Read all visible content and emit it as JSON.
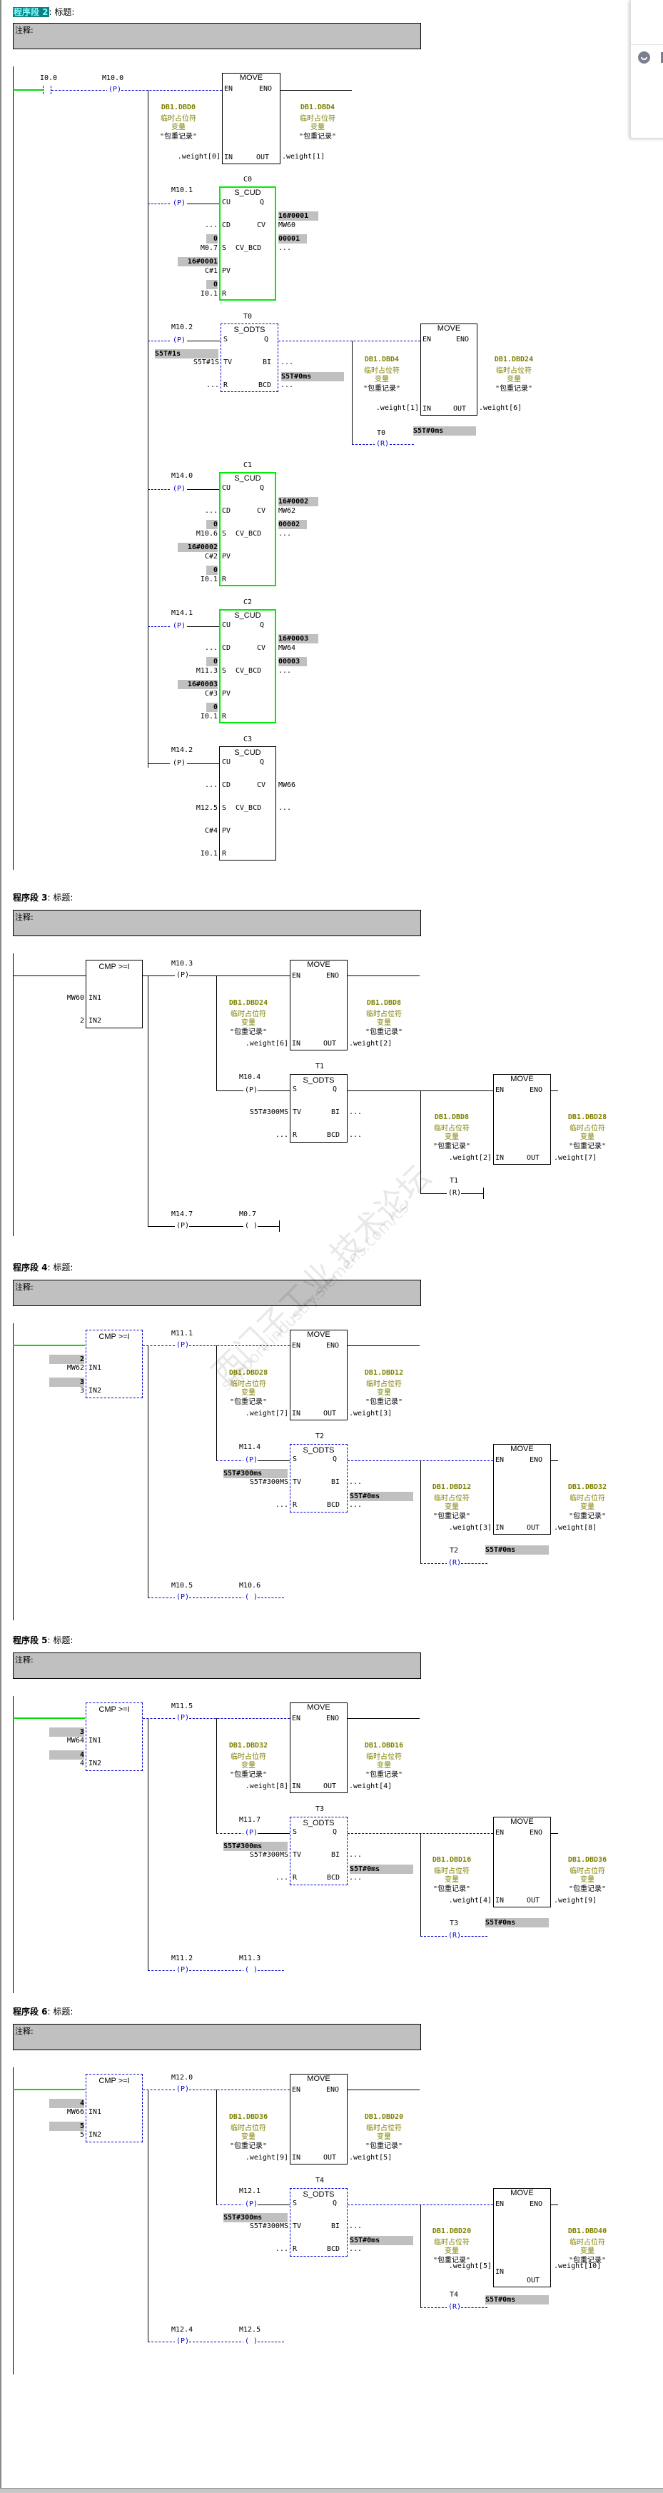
{
  "page": {
    "network_prefix": "程序段",
    "title_suffix": ": 标题:",
    "comment_label": "注释:",
    "watermark": {
      "cn": "西门子工业 技术论坛",
      "url": "support.industry.siemens.com/cs"
    }
  },
  "comment_panel": {
    "icons": [
      "smiley-icon",
      "image-icon"
    ]
  },
  "common": {
    "placeholder_cn1": "临时占位符",
    "placeholder_cn2": "变量",
    "db_name": "\"包重记录\"",
    "move_title": "MOVE",
    "move_en": "EN",
    "move_eno": "ENO",
    "move_in": "IN",
    "move_out": "OUT",
    "cud_title": "S_CUD",
    "cud_pins": {
      "cu": "CU",
      "q": "Q",
      "cd": "CD",
      "cv": "CV",
      "s": "S",
      "cvbcd": "CV_BCD",
      "pv": "PV",
      "r": "R"
    },
    "odts_title": "S_ODTS",
    "odts_pins": {
      "s": "S",
      "q": "Q",
      "tv": "TV",
      "bi": "BI",
      "r": "R",
      "bcd": "BCD"
    },
    "cmp_title": "CMP >=I",
    "cmp_in1": "IN1",
    "cmp_in2": "IN2",
    "dots": "...",
    "p_coil": "P",
    "r_coil": "R"
  },
  "network2": {
    "number": "2",
    "highlighted": true,
    "contact": {
      "label": "I0.0"
    },
    "edge": {
      "label": "M10.0"
    },
    "move": {
      "in_addr": "DB1.DBD0",
      "in_operand": ".weight[0]",
      "out_addr": "DB1.DBD4",
      "out_operand": ".weight[1]"
    },
    "counters": [
      {
        "name": "C0",
        "edge": "M10.1",
        "s": "M0.7",
        "s_val": "0",
        "pv": "C#1",
        "pv_val": "16#0001",
        "r": "I0.1",
        "r_val": "0",
        "cv": "MW60",
        "cv_val": "16#0001",
        "cvbcd_val": "00001",
        "active": true
      },
      {
        "name": "C1",
        "edge": "M14.0",
        "s": "M10.6",
        "s_val": "0",
        "pv": "C#2",
        "pv_val": "16#0002",
        "r": "I0.1",
        "r_val": "0",
        "cv": "MW62",
        "cv_val": "16#0002",
        "cvbcd_val": "00002",
        "active": true
      },
      {
        "name": "C2",
        "edge": "M14.1",
        "s": "M11.3",
        "s_val": "0",
        "pv": "C#3",
        "pv_val": "16#0003",
        "r": "I0.1",
        "r_val": "0",
        "cv": "MW64",
        "cv_val": "16#0003",
        "cvbcd_val": "00003",
        "active": true
      },
      {
        "name": "C3",
        "edge": "M14.2",
        "s": "M12.5",
        "s_val": null,
        "pv": "C#4",
        "pv_val": null,
        "r": "I0.1",
        "r_val": null,
        "cv": "MW66",
        "cv_val": null,
        "cvbcd_val": null,
        "active": false
      }
    ],
    "timer": {
      "name": "T0",
      "edge": "M10.2",
      "tv": "S5T#1S",
      "tv_val": "S5T#1s",
      "bi_val": "S5T#0ms",
      "reset_val": "S5T#0ms"
    },
    "move2": {
      "in_addr": "DB1.DBD4",
      "in_operand": ".weight[1]",
      "out_addr": "DB1.DBD24",
      "out_operand": ".weight[6]"
    }
  },
  "networks": [
    {
      "number": "3",
      "active": false,
      "cmp": {
        "in1": "MW60",
        "in1_val": null,
        "in2": "2",
        "in2_val": null
      },
      "edge1": "M10.3",
      "move1": {
        "in_addr": "DB1.DBD24",
        "in_operand": ".weight[6]",
        "out_addr": "DB1.DBD8",
        "out_operand": ".weight[2]"
      },
      "timer": {
        "name": "T1",
        "edge": "M10.4",
        "tv": "S5T#300MS",
        "tv_val": null,
        "bi_val": null,
        "reset_val": null
      },
      "move2": {
        "in_addr": "DB1.DBD8",
        "in_operand": ".weight[2]",
        "out_addr": "DB1.DBD28",
        "out_operand": ".weight[7]"
      },
      "bottom": {
        "edge": "M14.7",
        "coil": "M0.7"
      }
    },
    {
      "number": "4",
      "active": true,
      "cmp": {
        "in1": "MW62",
        "in1_val": "2",
        "in2": "3",
        "in2_val": "3"
      },
      "edge1": "M11.1",
      "move1": {
        "in_addr": "DB1.DBD28",
        "in_operand": ".weight[7]",
        "out_addr": "DB1.DBD12",
        "out_operand": ".weight[3]"
      },
      "timer": {
        "name": "T2",
        "edge": "M11.4",
        "tv": "S5T#300MS",
        "tv_val": "S5T#300ms",
        "bi_val": "S5T#0ms",
        "reset_val": "S5T#0ms"
      },
      "move2": {
        "in_addr": "DB1.DBD12",
        "in_operand": ".weight[3]",
        "out_addr": "DB1.DBD32",
        "out_operand": ".weight[8]"
      },
      "bottom": {
        "edge": "M10.5",
        "coil": "M10.6"
      }
    },
    {
      "number": "5",
      "active": true,
      "cmp": {
        "in1": "MW64",
        "in1_val": "3",
        "in2": "4",
        "in2_val": "4"
      },
      "edge1": "M11.5",
      "move1": {
        "in_addr": "DB1.DBD32",
        "in_operand": ".weight[8]",
        "out_addr": "DB1.DBD16",
        "out_operand": ".weight[4]"
      },
      "timer": {
        "name": "T3",
        "edge": "M11.7",
        "tv": "S5T#300MS",
        "tv_val": "S5T#300ms",
        "bi_val": "S5T#0ms",
        "reset_val": "S5T#0ms"
      },
      "move2": {
        "in_addr": "DB1.DBD16",
        "in_operand": ".weight[4]",
        "out_addr": "DB1.DBD36",
        "out_operand": ".weight[9]"
      },
      "bottom": {
        "edge": "M11.2",
        "coil": "M11.3"
      }
    },
    {
      "number": "6",
      "active": true,
      "cmp": {
        "in1": "MW66",
        "in1_val": "4",
        "in2": "5",
        "in2_val": "5"
      },
      "edge1": "M12.0",
      "move1": {
        "in_addr": "DB1.DBD36",
        "in_operand": ".weight[9]",
        "out_addr": "DB1.DBD20",
        "out_operand": ".weight[5]"
      },
      "timer": {
        "name": "T4",
        "edge": "M12.1",
        "tv": "S5T#300MS",
        "tv_val": "S5T#300ms",
        "bi_val": "S5T#0ms",
        "reset_val": "S5T#0ms"
      },
      "move2": {
        "in_addr": "DB1.DBD20",
        "in_operand": ".weight[5]",
        "out_addr": "DB1.DBD40",
        "out_operand": ".weight[10]",
        "out_split": true
      },
      "bottom": {
        "edge": "M12.4",
        "coil": "M12.5"
      }
    }
  ]
}
